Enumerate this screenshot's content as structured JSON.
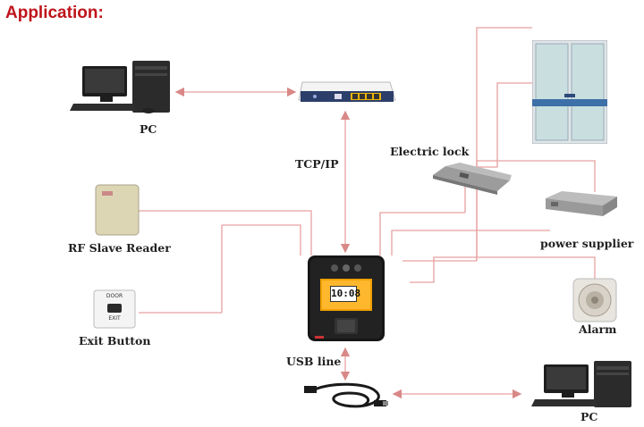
{
  "heading": "Application:",
  "labels": {
    "pc_top": "PC",
    "tcp_ip": "TCP/IP",
    "electric_lock": "Electric lock",
    "rf_slave_reader": "RF Slave Reader",
    "power_supplier": "power supplier",
    "exit_button": "Exit Button",
    "alarm": "Alarm",
    "usb_line": "USB line",
    "pc_bottom": "PC"
  },
  "devices": {
    "terminal_clock": "10:08",
    "exit_button_text_top": "DOOR",
    "exit_button_text_bottom": "EXIT"
  },
  "colors": {
    "heading": "#c0141b",
    "wire": "#e8a0a0",
    "arrow": "#d98888"
  }
}
